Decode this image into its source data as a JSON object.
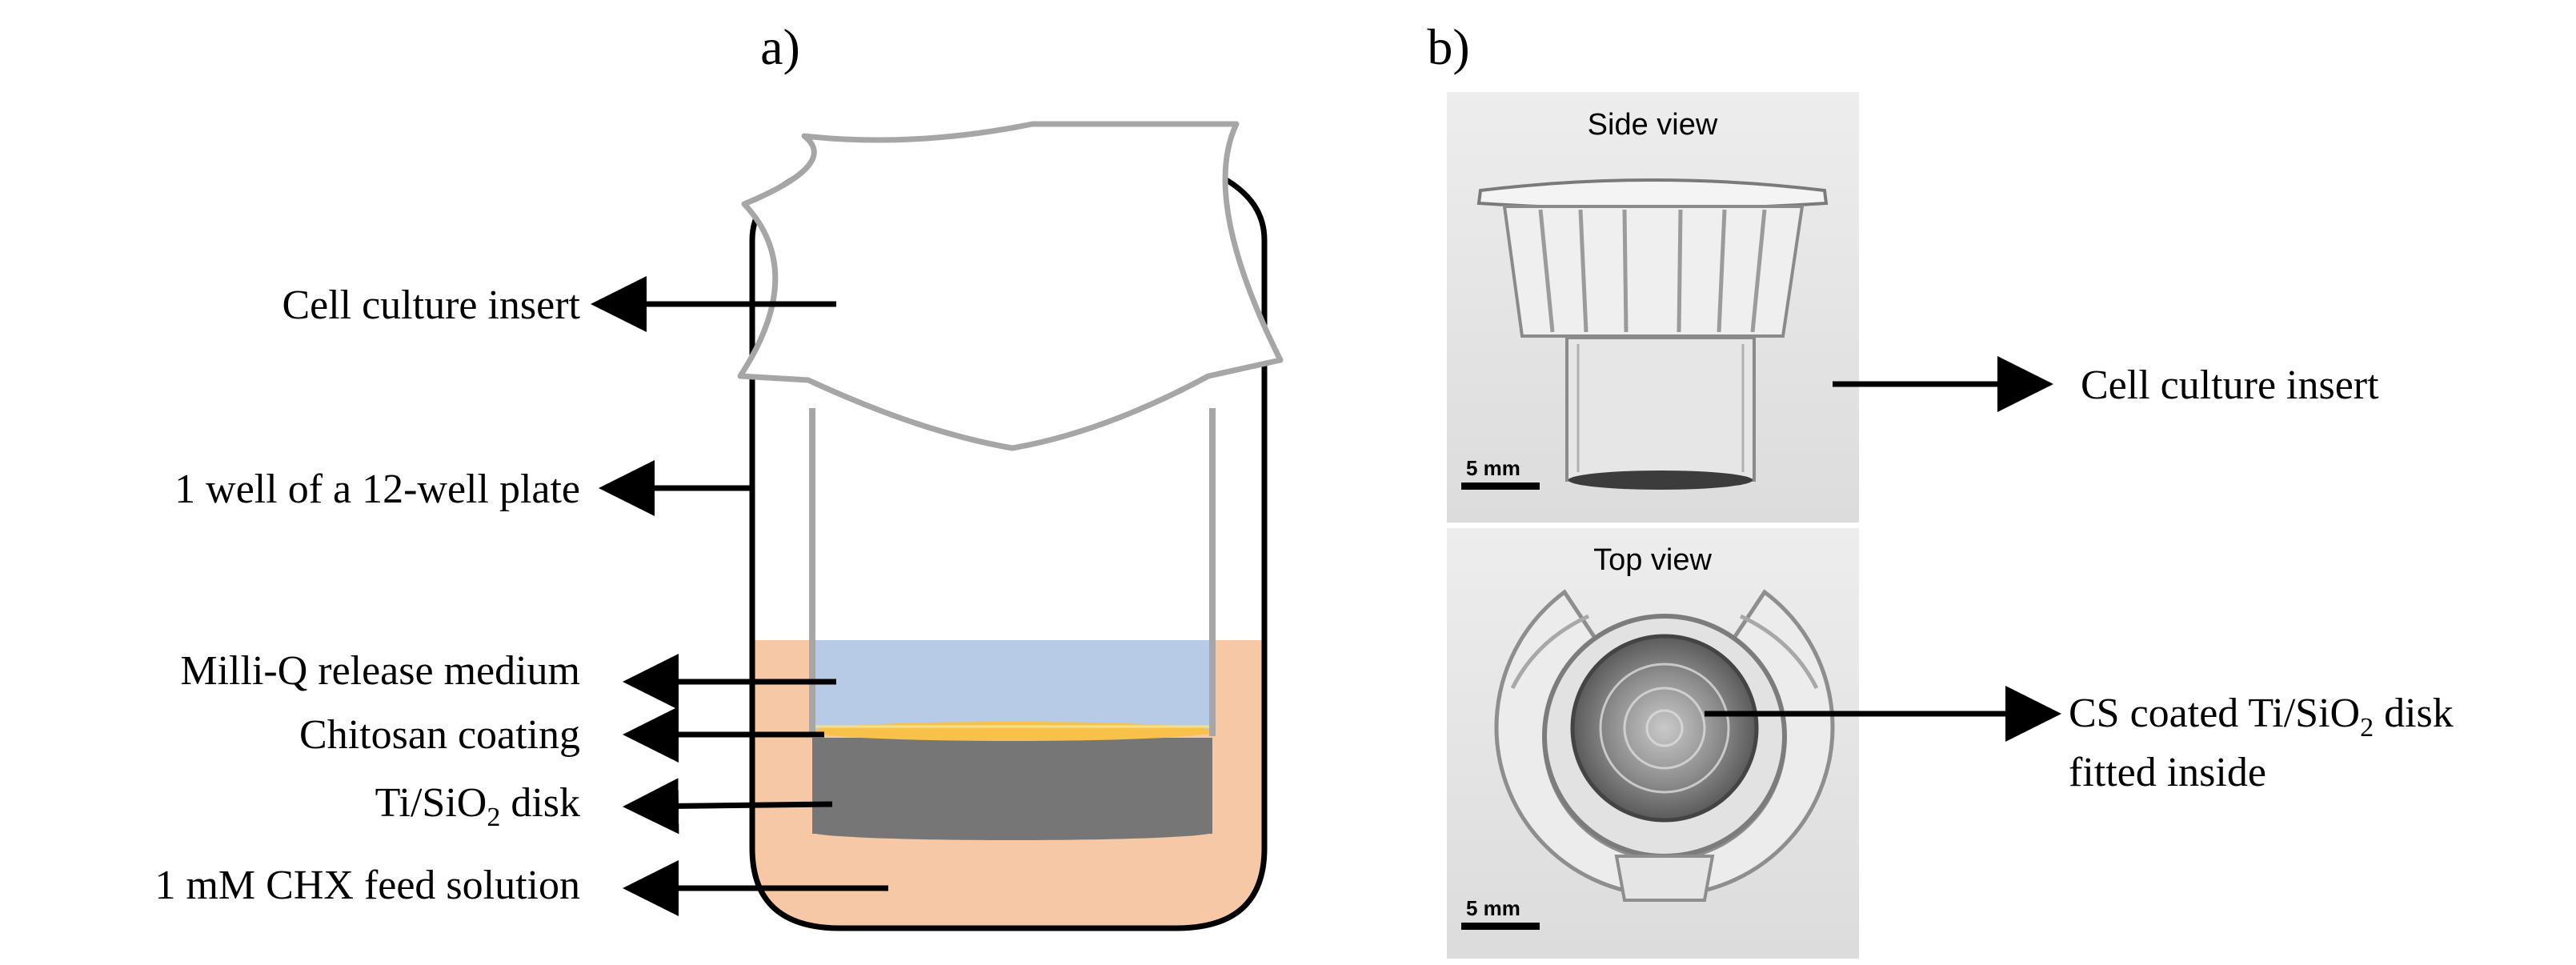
{
  "panel_a": {
    "panel_label": "a)",
    "labels": {
      "insert": "Cell culture insert",
      "well": "1 well of a 12-well plate",
      "medium": "Milli-Q release medium",
      "coating": "Chitosan coating",
      "disk_pre": "Ti/SiO",
      "disk_sub": "2",
      "disk_post": " disk",
      "feed": "1 mM CHX feed solution"
    },
    "colors": {
      "feed_solution": "#f6c8a5",
      "release_medium": "#b7cbe6",
      "chitosan": "#f8c24a",
      "disk": "#767676",
      "well_outline": "#000000",
      "insert_outline": "#a6a6a6"
    }
  },
  "panel_b": {
    "panel_label": "b)",
    "side_view_title": "Side view",
    "top_view_title": "Top view",
    "scale_bar_side": "5 mm",
    "scale_bar_top": "5 mm",
    "labels": {
      "insert": "Cell culture insert",
      "disk_line1_pre": "CS coated Ti/SiO",
      "disk_line1_sub": "2",
      "disk_line1_post": " disk",
      "disk_line2": "fitted inside"
    }
  }
}
